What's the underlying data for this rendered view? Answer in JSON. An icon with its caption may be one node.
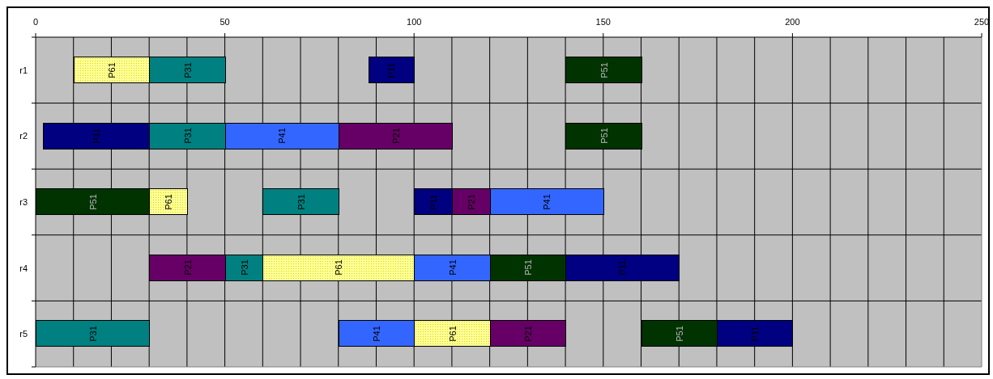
{
  "diagram": {
    "nodes": [
      {
        "text": [
          "P61"
        ]
      },
      {
        "text": [
          "P31"
        ]
      },
      {
        "text": [
          "P11"
        ]
      },
      {
        "text": [
          "P51"
        ]
      },
      {
        "text": [
          "P11"
        ]
      },
      {
        "text": [
          "P31"
        ]
      },
      {
        "text": [
          "P41"
        ]
      },
      {
        "text": [
          "P21"
        ]
      },
      {
        "text": [
          "P51"
        ]
      },
      {
        "text": [
          "P51"
        ]
      },
      {
        "text": [
          "P61"
        ]
      },
      {
        "text": [
          "P31"
        ]
      },
      {
        "text": [
          "P11"
        ]
      },
      {
        "text": [
          "P21"
        ]
      },
      {
        "text": [
          "P41"
        ]
      },
      {
        "text": [
          "P21"
        ]
      },
      {
        "text": [
          "P31"
        ]
      },
      {
        "text": [
          "P61"
        ]
      },
      {
        "text": [
          "P41"
        ]
      },
      {
        "text": [
          "P51"
        ]
      },
      {
        "text": [
          "P11"
        ]
      },
      {
        "text": [
          "P31"
        ]
      },
      {
        "text": [
          "P41"
        ]
      },
      {
        "text": [
          "P61"
        ]
      },
      {
        "text": [
          "P21"
        ]
      },
      {
        "text": [
          "P51"
        ]
      },
      {
        "text": [
          "P11"
        ]
      }
    ],
    "labels": [
      "0",
      "50",
      "100",
      "150",
      "200",
      "250",
      "r1",
      "r2",
      "r3",
      "r4",
      "r5"
    ]
  }
}
